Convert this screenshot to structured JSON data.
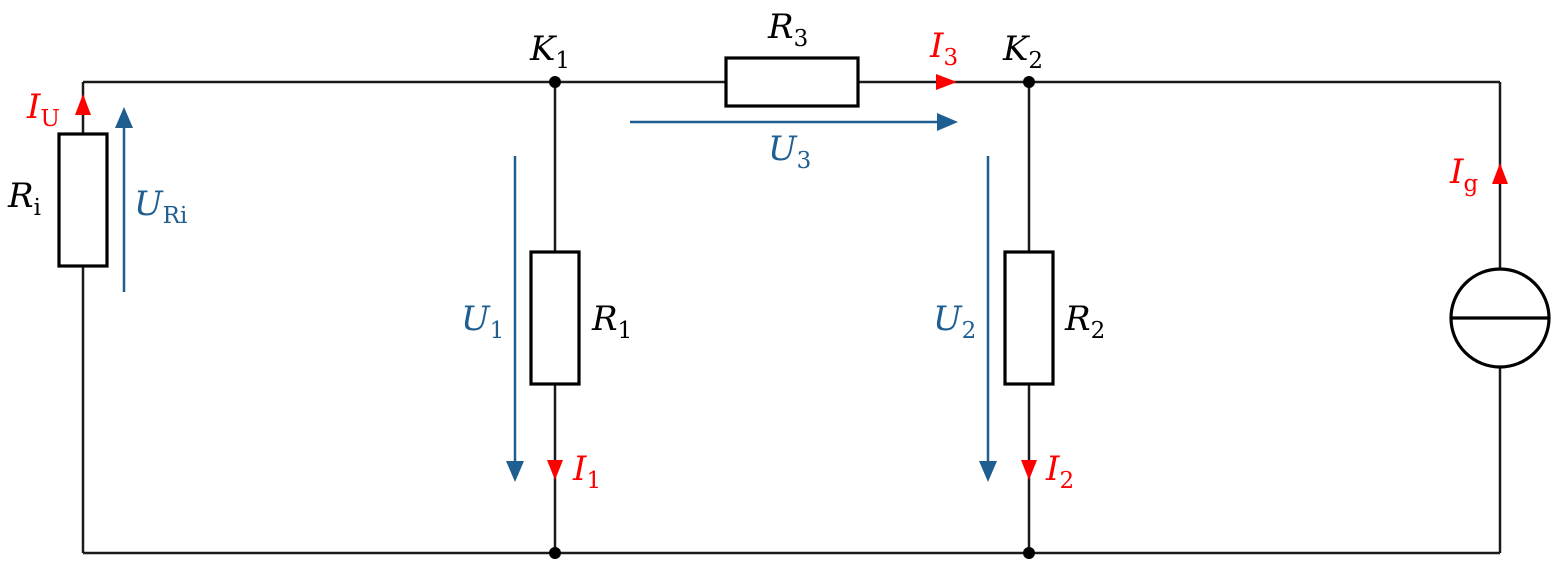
{
  "colors": {
    "wire": "#1a1a1a",
    "component": "#000000",
    "current": "#ff0000",
    "voltage": "#1f5e91",
    "label": "#000000"
  },
  "labels": {
    "ri": {
      "main": "R",
      "sub": "i"
    },
    "iu": {
      "main": "I",
      "sub": "U"
    },
    "uri": {
      "main": "U",
      "sub": "Ri"
    },
    "k1": {
      "main": "K",
      "sub": "1"
    },
    "k2": {
      "main": "K",
      "sub": "2"
    },
    "r3": {
      "main": "R",
      "sub": "3"
    },
    "i3": {
      "main": "I",
      "sub": "3"
    },
    "u3": {
      "main": "U",
      "sub": "3"
    },
    "r1": {
      "main": "R",
      "sub": "1"
    },
    "u1": {
      "main": "U",
      "sub": "1"
    },
    "i1": {
      "main": "I",
      "sub": "1"
    },
    "r2": {
      "main": "R",
      "sub": "2"
    },
    "u2": {
      "main": "U",
      "sub": "2"
    },
    "i2": {
      "main": "I",
      "sub": "2"
    },
    "ig": {
      "main": "I",
      "sub": "g"
    }
  }
}
